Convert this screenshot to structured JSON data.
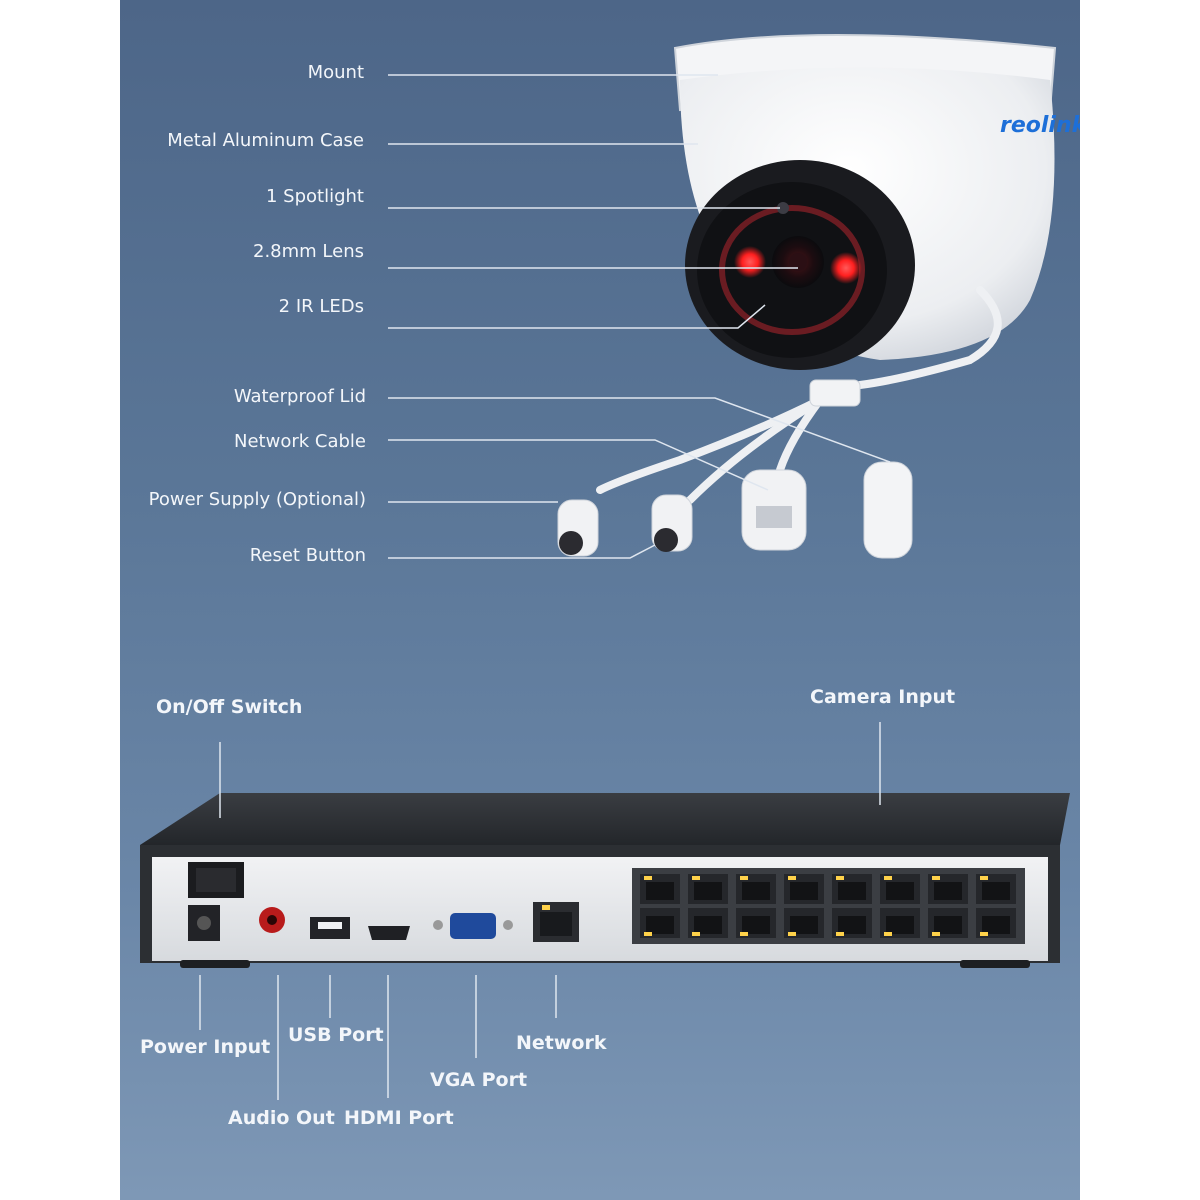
{
  "camera": {
    "brand": "reolink",
    "labels": [
      "Mount",
      "Metal Aluminum Case",
      "1 Spotlight",
      "2.8mm Lens",
      "2 IR LEDs",
      "Waterproof Lid",
      "Network Cable",
      "Power Supply (Optional)",
      "Reset Button"
    ]
  },
  "nvr": {
    "top_labels": [
      "On/Off Switch",
      "Camera Input"
    ],
    "bottom_labels": [
      "Power Input",
      "USB Port",
      "Network",
      "VGA Port",
      "Audio Out",
      "HDMI Port"
    ]
  },
  "colors": {
    "panel_top": "#4d6688",
    "panel_bottom": "#7e98b6",
    "leader_line": "#dfe6ef",
    "ir_led": "#ff2a2a",
    "nvr_body": "#2c2f33"
  }
}
